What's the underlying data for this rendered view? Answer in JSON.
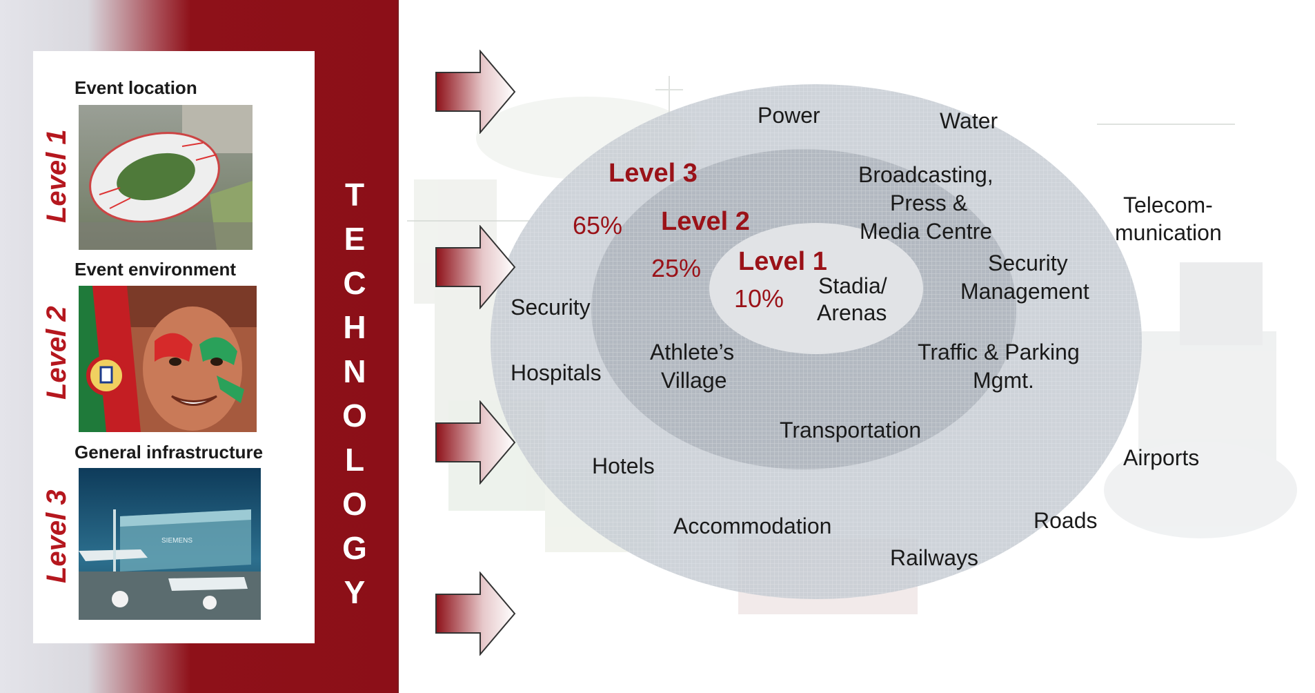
{
  "sidebar": {
    "sections": [
      {
        "title": "Event location",
        "level": "Level 1",
        "image": "stadium-photo"
      },
      {
        "title": "Event environment",
        "level": "Level 2",
        "image": "fan-face-photo"
      },
      {
        "title": "General infrastructure",
        "level": "Level 3",
        "image": "airport-photo"
      }
    ],
    "vertical_text": [
      "T",
      "E",
      "C",
      "H",
      "N",
      "O",
      "L",
      "O",
      "G",
      "Y"
    ]
  },
  "diagram": {
    "levels": {
      "level3": {
        "label": "Level 3",
        "percent": "65%"
      },
      "level2": {
        "label": "Level 2",
        "percent": "25%"
      },
      "level1": {
        "label": "Level 1",
        "percent": "10%"
      }
    },
    "outer_items": {
      "power": "Power",
      "water": "Water",
      "telecom_1": "Telecom-",
      "telecom_2": "munication",
      "security": "Security",
      "hospitals": "Hospitals",
      "hotels": "Hotels",
      "accommodation": "Accommodation",
      "railways": "Railways",
      "roads": "Roads",
      "airports": "Airports"
    },
    "middle_items": {
      "broadcasting_1": "Broadcasting,",
      "broadcasting_2": "Press &",
      "broadcasting_3": "Media Centre",
      "security_mgmt_1": "Security",
      "security_mgmt_2": "Management",
      "traffic_1": "Traffic & Parking",
      "traffic_2": "Mgmt.",
      "athlete_1": "Athlete’s",
      "athlete_2": "Village",
      "transportation": "Transportation"
    },
    "inner_items": {
      "stadia_1": "Stadia/",
      "stadia_2": "Arenas"
    }
  },
  "colors": {
    "accent_red": "#9a1218",
    "sidebar_red": "#8c0f18",
    "ellipse_outer": "#c9cdd3",
    "ellipse_middle": "#b4b9c0",
    "ellipse_inner": "#dfe1e4"
  }
}
